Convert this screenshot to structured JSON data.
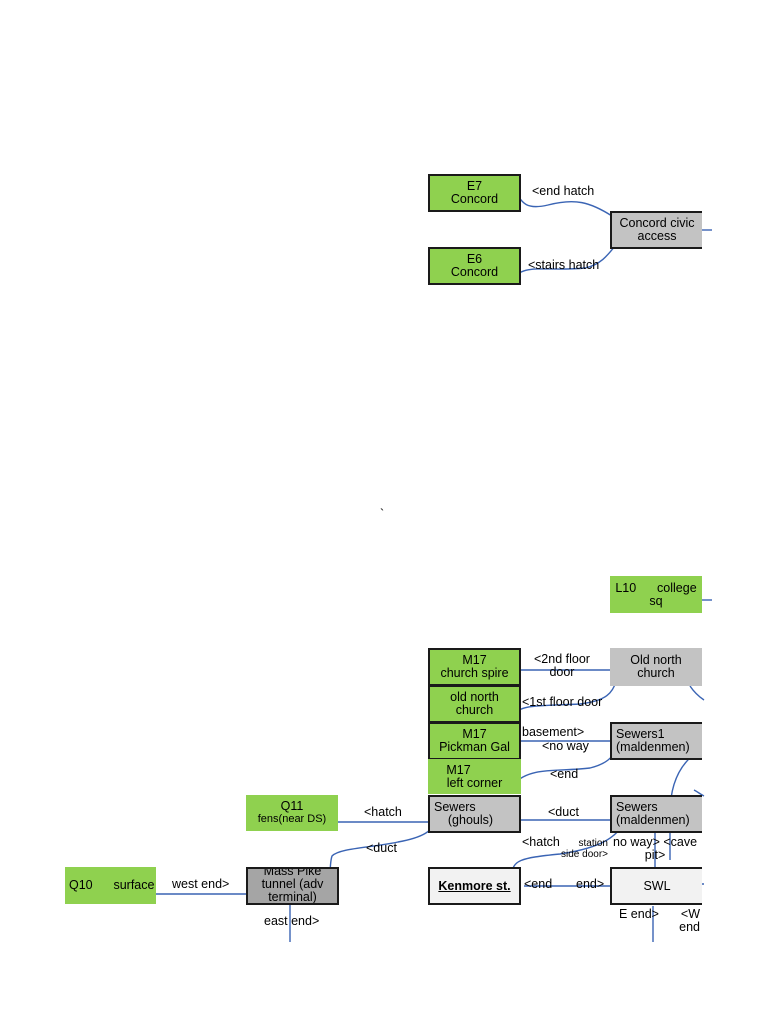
{
  "colors": {
    "green": "#8fd14f",
    "grey": "#c3c3c3",
    "darkgrey": "#a5a5a5",
    "white": "#f2f2f2",
    "wire": "#3a64b4"
  },
  "nodes": {
    "e7": [
      "E7",
      "Concord"
    ],
    "e6": [
      "E6",
      "Concord"
    ],
    "concord_civic": [
      "Concord civic",
      "access"
    ],
    "l10": [
      "L10      college",
      "sq"
    ],
    "m17_spire": [
      "M17",
      "church spire"
    ],
    "old_north_church_green": [
      "old north",
      "church"
    ],
    "m17_pickman": [
      "M17",
      "Pickman Gal"
    ],
    "m17_corner": [
      "M17",
      "left corner"
    ],
    "old_north_church_grey": [
      "Old north",
      "church"
    ],
    "sewers1": [
      "Sewers1",
      "(maldenmen)"
    ],
    "sewers_ghouls": [
      "Sewers",
      "    (ghouls)"
    ],
    "sewers_maldenmen": [
      "Sewers",
      "(maldenmen)"
    ],
    "q11": [
      "Q11",
      "fens(near DS)"
    ],
    "q10": [
      "Q10      surface"
    ],
    "mass_pike": [
      "Mass Pike",
      "tunnel (adv",
      "terminal)"
    ],
    "kenmore": [
      "Kenmore st."
    ],
    "swl": [
      "SWL"
    ]
  },
  "labels": {
    "end_hatch": "<end hatch",
    "stairs_hatch": "<stairs hatch",
    "backtick": "`",
    "second_floor_door": "<2nd floor\ndoor",
    "first_floor_door": "<1st floor door",
    "basement": "basement>",
    "no_way": "<no way",
    "end_corner": "<end",
    "duct_right": "<duct",
    "hatch_q11": "<hatch",
    "duct_left": "<duct",
    "hatch_kenmore": "<hatch",
    "station_side_door": "station\nside door>",
    "no_way_cave_pit": "no way> <cave\npit>",
    "west_end": "west end>",
    "end_kenmore": "<end",
    "end_swl": "end>",
    "east_end": "east end>",
    "e_end": "E end>",
    "w_end": "<W\nend"
  }
}
